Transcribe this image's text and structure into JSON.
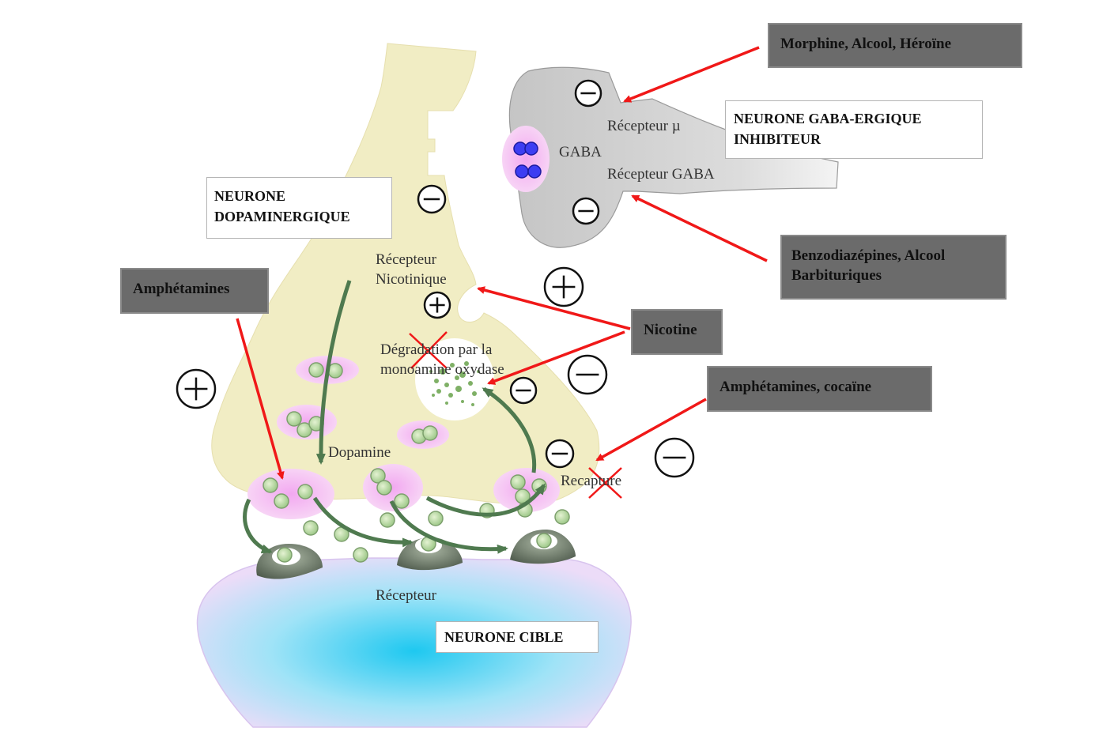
{
  "labels": {
    "morphine_alcool_heroine": "Morphine, Alcool, Héroïne",
    "neurone_gaba_line1": "NEURONE GABA-ERGIQUE",
    "neurone_gaba_line2": "INHIBITEUR",
    "recepteur_mu": "Récepteur µ",
    "gaba": "GABA",
    "recepteur_gaba": "Récepteur GABA",
    "benzo_line1": "Benzodiazépines, Alcool",
    "benzo_line2": "Barbituriques",
    "neurone_dopa_line1": "NEURONE",
    "neurone_dopa_line2": "DOPAMINERGIQUE",
    "recepteur_nicotinique_line1": "Récepteur",
    "recepteur_nicotinique_line2": "Nicotinique",
    "amphetamines": "Amphétamines",
    "nicotine": "Nicotine",
    "degradation_line1": "Dégradation par la",
    "degradation_line2": "monoamine oxydase",
    "amphetamines_cocaine": "Amphétamines, cocaïne",
    "dopamine": "Dopamine",
    "recapture": "Recapture",
    "recepteur": "Récepteur",
    "neurone_cible": "NEURONE CIBLE"
  },
  "colors": {
    "dopaminergic_neuron": "#f1edc4",
    "gaba_neuron": "#d3d3d3",
    "target_neuron_center": "#1ec8f0",
    "target_neuron_edge": "#ecdcf8",
    "vesicle": "#f0b2ef",
    "dopamine_molecule": "#c8e3a8",
    "gaba_molecule": "#3d3df2",
    "arrow_red": "#f01818",
    "arrow_green": "#4f7a4f",
    "label_box_dark": "#6b6b6b"
  },
  "signs": [
    "minus",
    "minus",
    "minus",
    "minus",
    "plus",
    "plus",
    "plus",
    "minus",
    "minus",
    "minus",
    "minus"
  ]
}
